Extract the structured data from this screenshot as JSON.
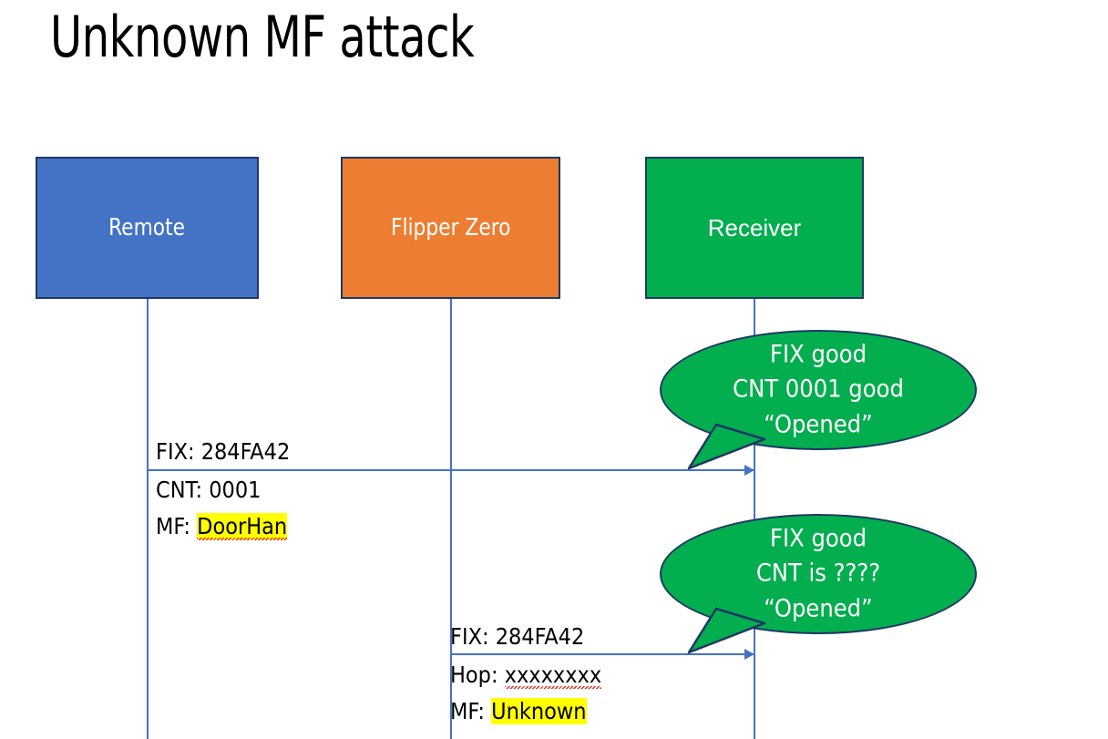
{
  "slide": {
    "title": "Unknown MF attack",
    "background": "#FFFFFF"
  },
  "colors": {
    "remote_box": "#4472C4",
    "flipper_box": "#ED7D31",
    "receiver_box": "#03AE4E",
    "box_border": "#1F3864",
    "lifeline": "#4472C4",
    "bubble_fill": "#03AE4E",
    "bubble_border": "#1F3864",
    "highlight": "#FFFF00",
    "text_dark": "#000000",
    "text_light": "#FFFFFF"
  },
  "actors": [
    {
      "id": "remote",
      "label": "Remote"
    },
    {
      "id": "flipper",
      "label": "Flipper Zero"
    },
    {
      "id": "receiver",
      "label": "Receiver"
    }
  ],
  "messages": [
    {
      "id": "msg-1",
      "from": "Remote",
      "to": "Receiver",
      "label_above": "FIX: 284FA42",
      "lines_below": [
        {
          "prefix": "CNT: ",
          "value": "0001",
          "highlighted": false,
          "spellcheck_underline": false
        },
        {
          "prefix": "MF: ",
          "value": "DoorHan",
          "highlighted": true,
          "spellcheck_underline": true
        }
      ]
    },
    {
      "id": "msg-2",
      "from": "Flipper Zero",
      "to": "Receiver",
      "label_above": "FIX: 284FA42",
      "lines_below": [
        {
          "prefix": "Hop: ",
          "value": "xxxxxxxx",
          "highlighted": false,
          "spellcheck_underline": true
        },
        {
          "prefix": "MF: ",
          "value": "Unknown",
          "highlighted": true,
          "spellcheck_underline": false
        }
      ]
    }
  ],
  "bubbles": [
    {
      "id": "bubble-1",
      "owner": "Receiver",
      "lines": [
        "FIX good",
        "CNT 0001 good",
        "“Opened”"
      ]
    },
    {
      "id": "bubble-2",
      "owner": "Receiver",
      "lines": [
        "FIX good",
        "CNT is ????",
        "“Opened”"
      ]
    }
  ]
}
